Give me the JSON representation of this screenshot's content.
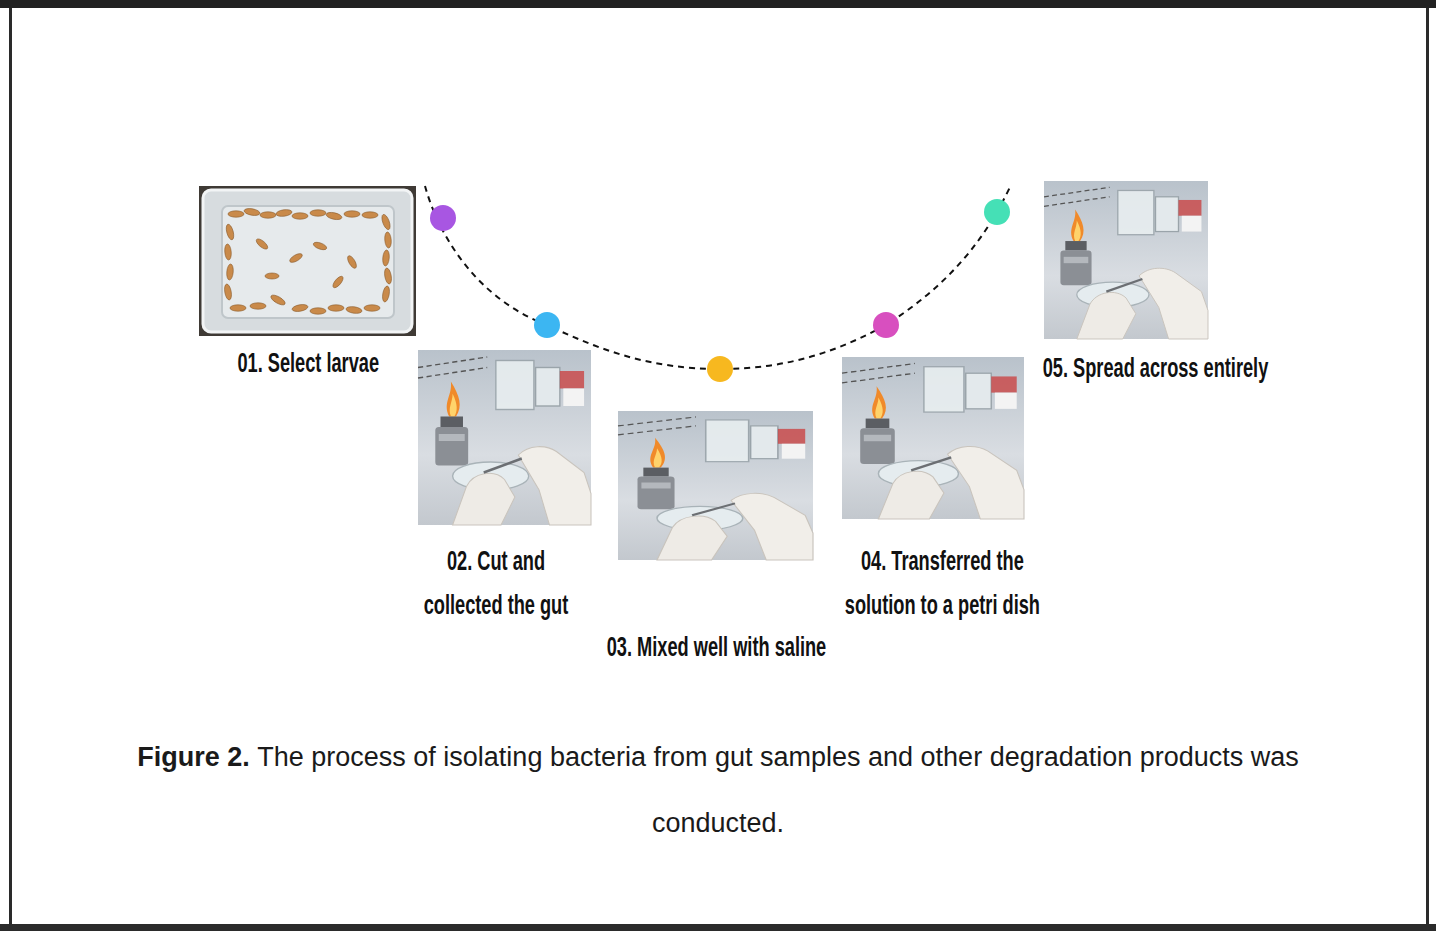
{
  "diagram": {
    "caption": "The process of isolating bacteria from gut samples and other degradation products was conducted.",
    "nodes": [
      {
        "text": [
          "01. Select larvae"
        ]
      },
      {
        "text": [
          "02. Cut and collected the gut"
        ]
      },
      {
        "text": [
          "03. Mixed well with saline"
        ]
      },
      {
        "text": [
          "04. Transferred the solution to a petri dish"
        ]
      },
      {
        "text": [
          "05. Spread across entirely"
        ]
      }
    ],
    "labels": [
      "Figure 2."
    ]
  }
}
